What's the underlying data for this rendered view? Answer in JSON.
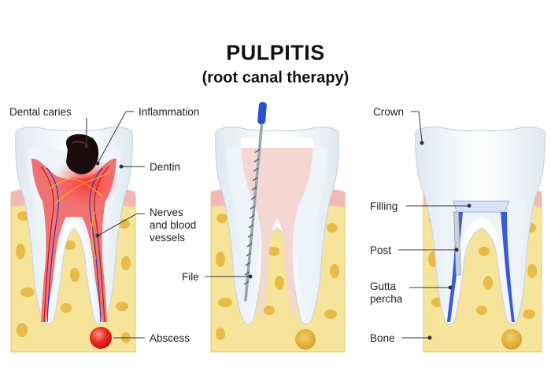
{
  "title": "PULPITIS",
  "subtitle": "(root canal therapy)",
  "labels": {
    "dental_caries": "Dental caries",
    "inflammation": "Inflammation",
    "dentin": "Dentin",
    "nerves_line1": "Nerves",
    "nerves_line2": "and blood",
    "nerves_line3": "vessels",
    "abscess": "Abscess",
    "file": "File",
    "crown": "Crown",
    "filling": "Filling",
    "post": "Post",
    "gutta_line1": "Gutta",
    "gutta_line2": "percha",
    "bone": "Bone"
  },
  "colors": {
    "bone": "#f6e49a",
    "bone_spot": "#e6b33a",
    "gum": "#f3b7b7",
    "enamel": "#ffffff",
    "dentin": "#eef3f8",
    "pulp_inflamed": "#f05a5a",
    "file_handle": "#2550d0",
    "gutta_percha": "#3a5ad8",
    "abscess": "#e8201c"
  }
}
